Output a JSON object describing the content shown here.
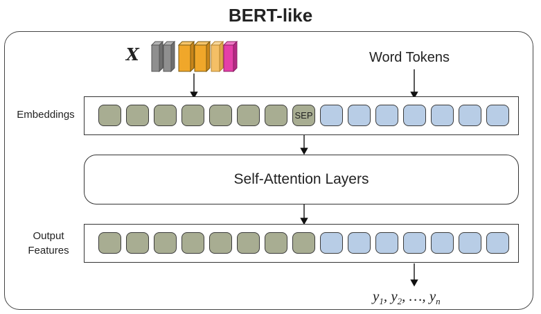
{
  "title": "BERT-like",
  "input_label": "X",
  "word_tokens_label": "Word Tokens",
  "embeddings_label": "Embeddings",
  "attention_label": "Self-Attention Layers",
  "output_label_line1": "Output",
  "output_label_line2": "Features",
  "sep_label": "SEP",
  "output_sequence": {
    "y": "y",
    "sub1": "1",
    "sub2": "2",
    "dots": "…",
    "subn": "n"
  },
  "colors": {
    "token_green": "#a8ad92",
    "token_blue": "#b8cde6",
    "stack_gray": "#8f8f8f",
    "stack_orange": "#f0a72a",
    "stack_magenta": "#e43fa8"
  },
  "icons": [
    "image-feature-stack-icon",
    "arrow-down-icon"
  ]
}
